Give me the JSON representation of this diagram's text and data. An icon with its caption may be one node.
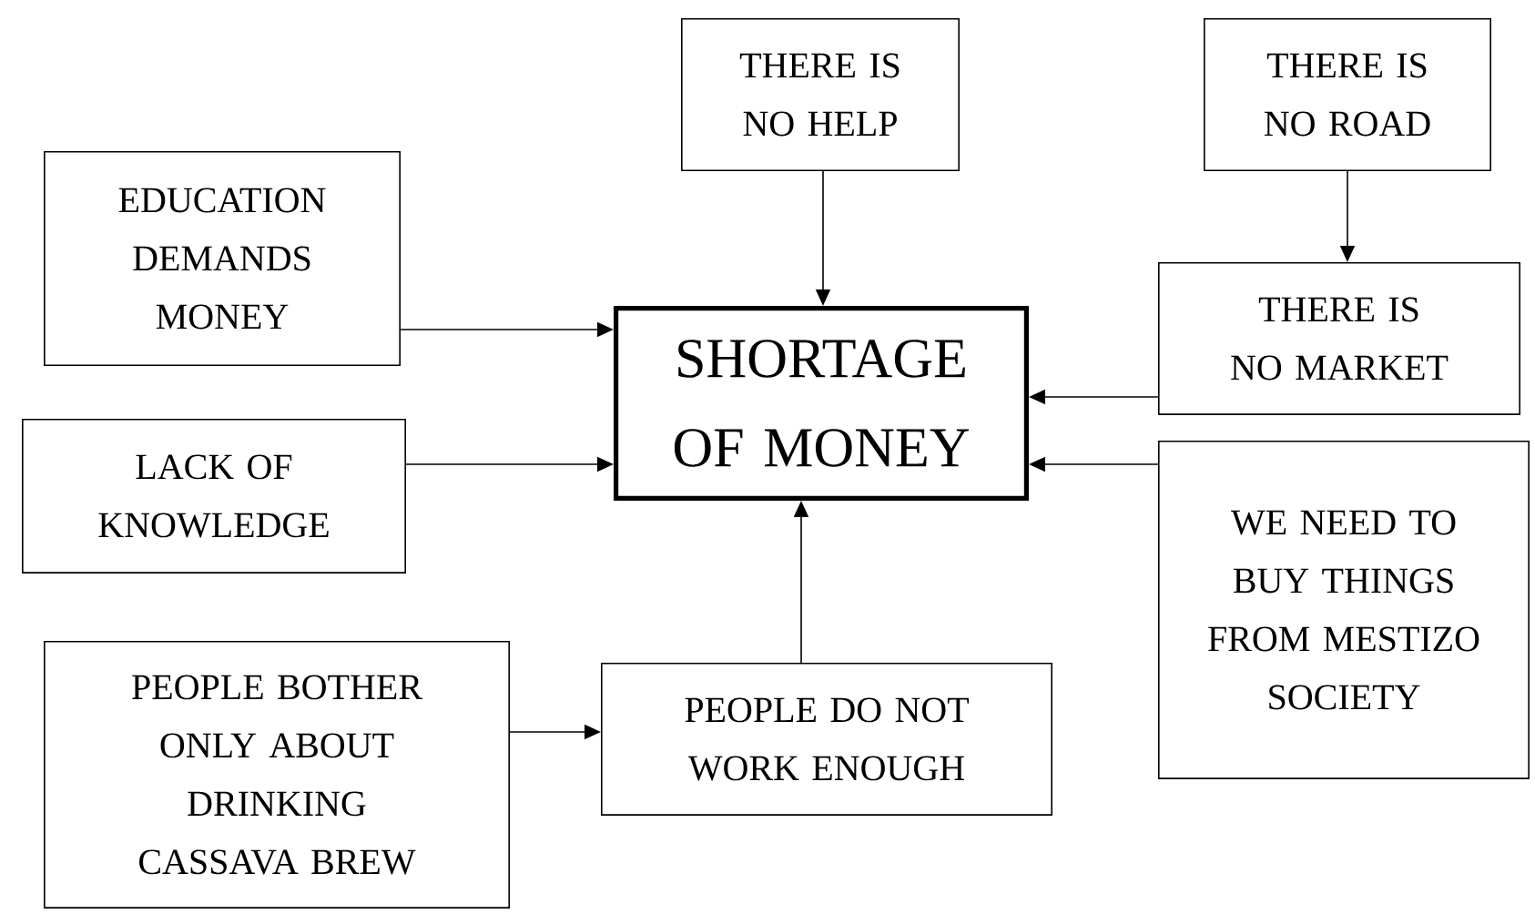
{
  "diagram": {
    "nodes": [
      {
        "text": [
          "SHORTAGE OF MONEY"
        ]
      },
      {
        "text": [
          "THERE IS NO HELP"
        ]
      },
      {
        "text": [
          "THERE IS NO ROAD"
        ]
      },
      {
        "text": [
          "EDUCATION DEMANDS MONEY"
        ]
      },
      {
        "text": [
          "THERE IS NO MARKET"
        ]
      },
      {
        "text": [
          "LACK OF KNOWLEDGE"
        ]
      },
      {
        "text": [
          "WE NEED TO BUY THINGS FROM MESTIZO SOCIETY"
        ]
      },
      {
        "text": [
          "PEOPLE BOTHER ONLY ABOUT DRINKING CASSAVA BREW"
        ]
      },
      {
        "text": [
          "PEOPLE DO NOT WORK ENOUGH"
        ]
      }
    ],
    "edges": [
      {
        "from": 1,
        "to": 0,
        "arrow": "to"
      },
      {
        "from": 2,
        "to": 4,
        "arrow": "to"
      },
      {
        "from": 3,
        "to": 0,
        "arrow": "to"
      },
      {
        "from": 4,
        "to": 0,
        "arrow": "to"
      },
      {
        "from": 5,
        "to": 0,
        "arrow": "to"
      },
      {
        "from": 6,
        "to": 0,
        "arrow": "to"
      },
      {
        "from": 7,
        "to": 8,
        "arrow": "to"
      },
      {
        "from": 8,
        "to": 0,
        "arrow": "to"
      }
    ]
  }
}
